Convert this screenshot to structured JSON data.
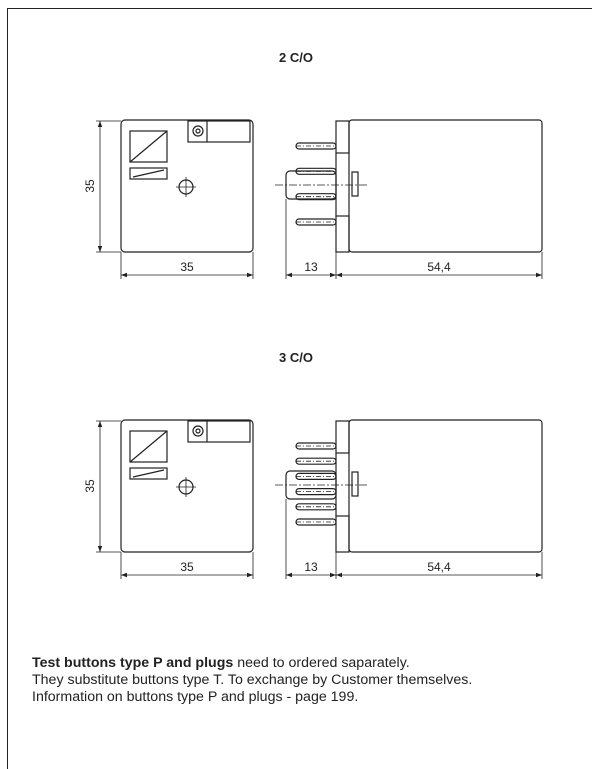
{
  "sections": [
    {
      "title": "2 C/O",
      "dim_height": "35",
      "dim_width": "35",
      "dim_pins": "13",
      "dim_depth": "54,4",
      "pin_levels": 4
    },
    {
      "title": "3 C/O",
      "dim_height": "35",
      "dim_width": "35",
      "dim_pins": "13",
      "dim_depth": "54,4",
      "pin_levels": 6
    }
  ],
  "note": {
    "bold_lead": "Test buttons type P and plugs",
    "lead_rest": " need to ordered saparately.",
    "line2": "They substitute buttons type T. To exchange by Customer themselves.",
    "line3": "Information on buttons type P and plugs - page 199."
  }
}
